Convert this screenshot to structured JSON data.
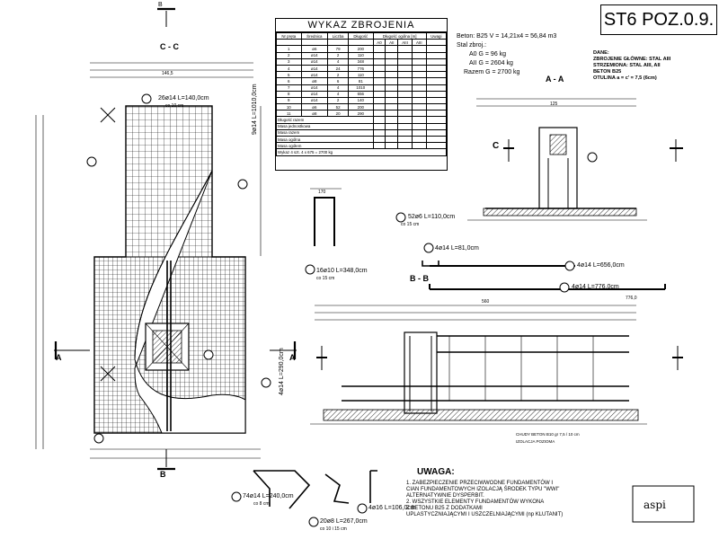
{
  "sheet": {
    "title": "ST6 POZ.0.9.",
    "logo_text": "aspi"
  },
  "schedule": {
    "heading": "WYKAZ ZBROJENIA",
    "col_headers": [
      "Nr pręta",
      "Średnica",
      "Liczba",
      "Długość",
      "Długość ogólna [m]",
      "Uwagi"
    ],
    "steel_headers": [
      "A0",
      "AII",
      "AIII",
      "AIII"
    ],
    "rows": [
      [
        "1",
        "ø6",
        "79",
        "200",
        "",
        "",
        "",
        "",
        ""
      ],
      [
        "2",
        "ø14",
        "2",
        "110",
        "",
        "",
        "",
        "",
        ""
      ],
      [
        "3",
        "ø14",
        "4",
        "348",
        "",
        "",
        "",
        "",
        ""
      ],
      [
        "4",
        "ø14",
        "24",
        "776",
        "",
        "",
        "",
        "",
        ""
      ],
      [
        "5",
        "ø14",
        "2",
        "110",
        "",
        "",
        "",
        "",
        ""
      ],
      [
        "6",
        "ø8",
        "6",
        "81",
        "",
        "",
        "",
        "",
        ""
      ],
      [
        "7",
        "ø14",
        "4",
        "1010",
        "",
        "",
        "",
        "",
        ""
      ],
      [
        "8",
        "ø14",
        "4",
        "656",
        "",
        "",
        "",
        "",
        ""
      ],
      [
        "9",
        "ø14",
        "2",
        "140",
        "",
        "",
        "",
        "",
        ""
      ],
      [
        "10",
        "ø6",
        "52",
        "200",
        "",
        "",
        "",
        "",
        ""
      ],
      [
        "11",
        "ø8",
        "20",
        "290",
        "",
        "",
        "",
        "",
        ""
      ]
    ],
    "footer_rows": [
      "Długość razem",
      "Masa jednostkowa",
      "Masa razem",
      "Masa ogólna",
      "Masa ogółem"
    ],
    "summary": "Wykaz 4 szt.     4 x 675 = 2700 kg"
  },
  "concrete": {
    "line1": "Beton:  B25   V = 14,21x4 = 56,84 m3",
    "line2": "Stal zbroj.:",
    "line3": "A0   G = 96 kg",
    "line4": "AII   G = 2604 kg",
    "line5": "Razem   G = 2700 kg"
  },
  "materials": {
    "l1": "DANE:",
    "l2": "ZBROJENIE GŁÓWNE: STAL AIII",
    "l3": "STRZEMIONA: STAL AIII, AII",
    "l4": "BETON B25",
    "l5": "OTULINA a = c' = 7,5 (6cm)"
  },
  "labels": {
    "section_cc": "C - C",
    "section_aa": "A - A",
    "section_bb": "B - B",
    "sec_b_top": "B",
    "sec_b_bot": "B",
    "sec_a_left": "A",
    "sec_a_right": "A",
    "sec_c": "C",
    "b1": "26ø14  L=140,0cm",
    "b1s": "co 10 cm",
    "b2": "9ø14  L=1010,0cm",
    "b3": "52ø6  L=110,0cm",
    "b3s": "co 15 cm",
    "b4": "16ø10  L=348,0cm",
    "b4s": "co 15 cm",
    "b5": "4ø14  L=81,0cm",
    "b6": "4ø14  L=656,0cm",
    "b7": "4ø14  L=776,0cm",
    "b8": "4ø14  L=290,0cm",
    "b9": "74ø14  L=240,0cm",
    "b9s": "co 8 cm",
    "b10": "20ø8  L=267,0cm",
    "b10s": "co 10 i 15 cm",
    "b11": "4ø16  L=106,0cm",
    "dim_1465": "146,5",
    "dim_776": "776,0",
    "dim_560": "560",
    "dim_125": "125",
    "dim_170": "170",
    "lean": "CHUDY BETON B10 gr 7,5 / 10 cm",
    "insul": "IZOLACJA POZIOMA"
  },
  "notes": {
    "heading": "UWAGA:",
    "n1a": "1.  ZABEZPIECZENIE PRZECIWWODNE FUNDAMENTÓW I",
    "n1b": "     CIAN FUNDAMENTOWYCH IZOLACJĄ ŚRODEK TYPU \"WWI\"",
    "n1c": "     ALTERNATYWNIE DYSPERBIT.",
    "n2a": "2.  WSZYSTKIE ELEMENTY FUNDAMENTÓW WYKONA",
    "n2b": "     Z BETONU B25 Z DODATKAMI",
    "n2c": "     UPLASTYCZNIAJĄCYMI I USZCZELNIAJĄCYMI (np KLUTANIT)"
  }
}
